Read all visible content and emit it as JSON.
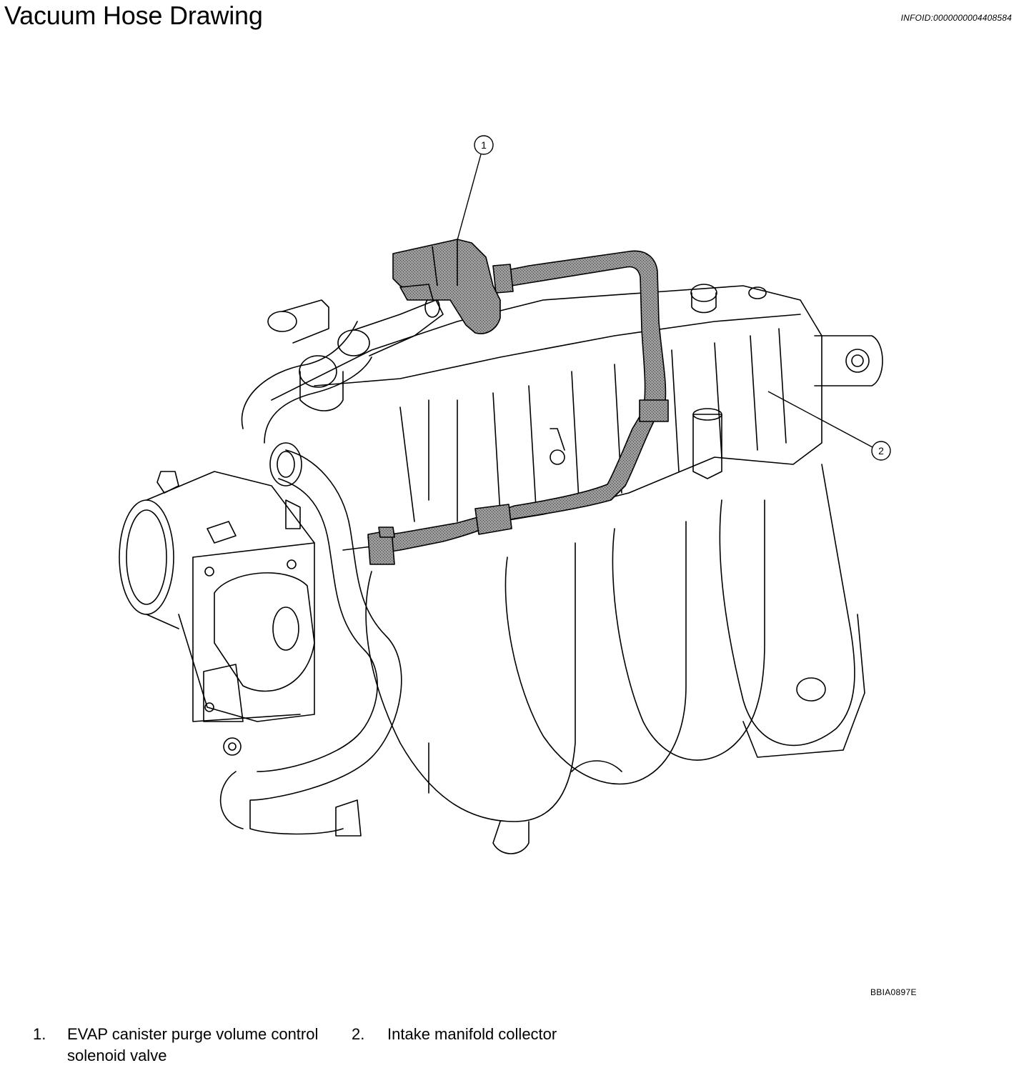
{
  "header": {
    "title": "Vacuum Hose Drawing",
    "info_id": "INFOID:0000000004408584"
  },
  "figure": {
    "figure_id": "BBIA0897E",
    "callouts": [
      {
        "number": "1"
      },
      {
        "number": "2"
      }
    ]
  },
  "legend": [
    {
      "number": "1.",
      "text": "EVAP canister purge volume control solenoid valve"
    },
    {
      "number": "2.",
      "text": "Intake manifold collector"
    }
  ],
  "colors": {
    "line": "#000000",
    "background": "#ffffff",
    "hose_fill": "#8f8f8f"
  }
}
